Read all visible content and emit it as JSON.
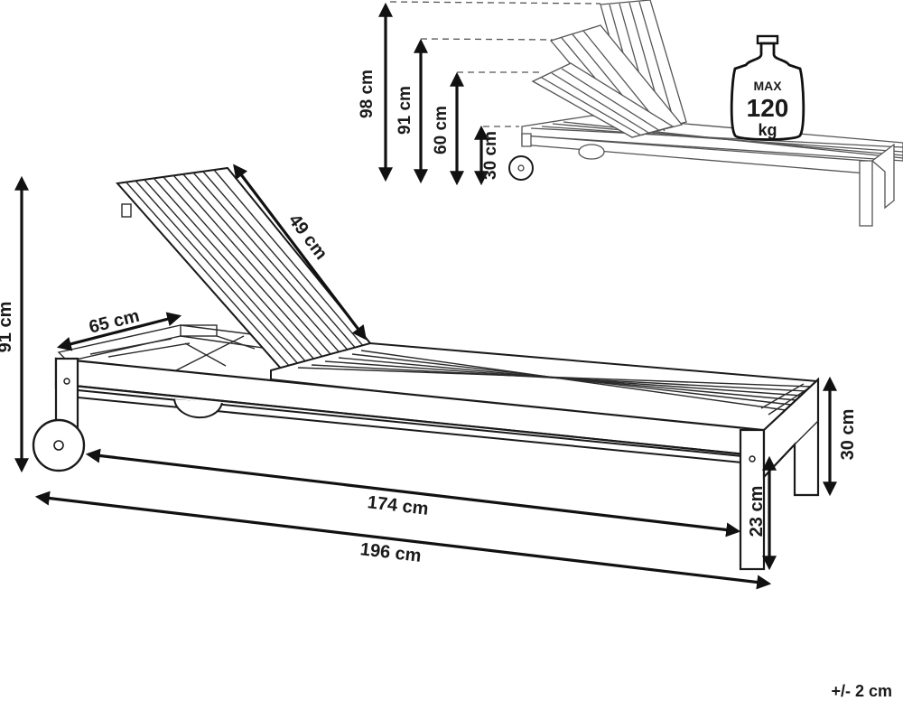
{
  "labels": {
    "backrest_length": "49 cm",
    "armrest_depth": "65 cm",
    "total_height_main": "91 cm",
    "seat_height": "30 cm",
    "leg_height": "23 cm",
    "inner_length": "174 cm",
    "total_length": "196 cm",
    "height_98": "98 cm",
    "height_91": "91 cm",
    "height_60": "60 cm",
    "height_30": "30 cm",
    "tolerance": "+/- 2 cm"
  },
  "max_load": {
    "prefix": "MAX",
    "value": "120",
    "unit": "kg"
  }
}
